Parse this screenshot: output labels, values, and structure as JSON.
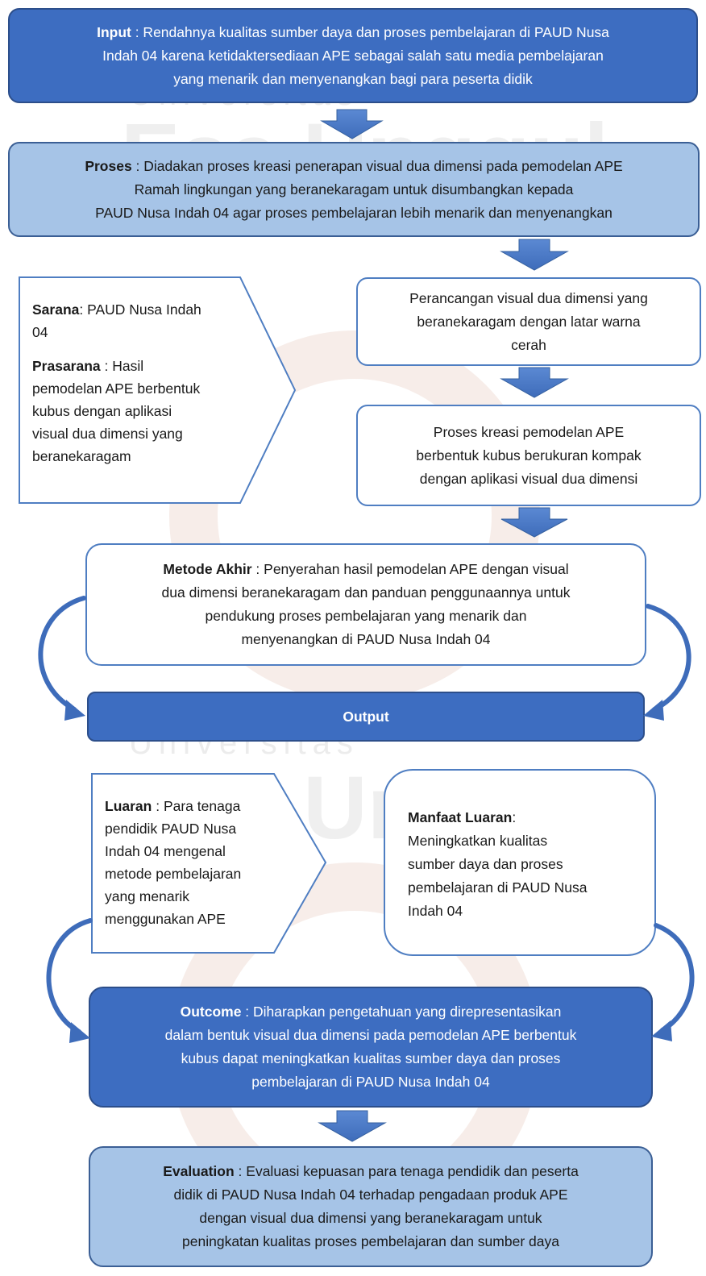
{
  "watermark": {
    "line1": "Universitas",
    "line2": "Esa Unggul"
  },
  "input": {
    "label": "Input",
    "line1": " : Rendahnya kualitas sumber daya dan proses pembelajaran di PAUD Nusa",
    "line2": "Indah 04 karena ketidaktersediaan APE sebagai salah satu media pembelajaran",
    "line3": "yang menarik dan menyenangkan bagi para peserta didik"
  },
  "proses": {
    "label": "Proses",
    "line1": " : Diadakan proses kreasi penerapan visual dua dimensi pada pemodelan APE",
    "line2": "Ramah lingkungan yang beranekaragam untuk disumbangkan kepada",
    "line3": "PAUD Nusa Indah 04 agar proses pembelajaran lebih menarik dan menyenangkan"
  },
  "sarana": {
    "label": "Sarana",
    "line1": ": PAUD Nusa Indah",
    "line2": "04"
  },
  "prasarana": {
    "label": "Prasarana",
    "line1": ": Hasil",
    "line2": "pemodelan APE berbentuk",
    "line3": "kubus dengan aplikasi",
    "line4": "visual dua dimensi yang",
    "line5": "beranekaragam"
  },
  "perancangan": {
    "line1": "Perancangan visual dua dimensi yang",
    "line2": "beranekaragam dengan latar warna",
    "line3": "cerah"
  },
  "kreasi": {
    "line1": "Proses kreasi pemodelan APE",
    "line2": "berbentuk kubus berukuran kompak",
    "line3": "dengan aplikasi visual dua dimensi"
  },
  "metode": {
    "label": "Metode Akhir",
    "line1": " : Penyerahan hasil pemodelan APE dengan visual",
    "line2": "dua dimensi beranekaragam dan panduan penggunaannya untuk",
    "line3": "pendukung proses pembelajaran yang menarik dan",
    "line4": "menyenangkan di PAUD Nusa Indah 04"
  },
  "output": {
    "label": "Output"
  },
  "luaran": {
    "label": "Luaran",
    "line1": " : Para tenaga",
    "line2": "pendidik PAUD Nusa",
    "line3": "Indah 04 mengenal",
    "line4": "metode pembelajaran",
    "line5": "yang menarik",
    "line6": "menggunakan APE"
  },
  "manfaat": {
    "label": "Manfaat Luaran",
    "colon": ":",
    "line1": "Meningkatkan kualitas",
    "line2": "sumber daya dan proses",
    "line3": "pembelajaran di PAUD Nusa",
    "line4": "Indah 04"
  },
  "outcome": {
    "label": "Outcome",
    "line1": " : Diharapkan pengetahuan yang direpresentasikan",
    "line2": "dalam bentuk visual dua dimensi pada pemodelan APE berbentuk",
    "line3": "kubus dapat meningkatkan kualitas sumber daya dan proses",
    "line4": "pembelajaran di PAUD Nusa Indah 04"
  },
  "evaluation": {
    "label": "Evaluation",
    "line1": " : Evaluasi kepuasan para tenaga pendidik dan peserta",
    "line2": "didik di PAUD Nusa Indah 04 terhadap pengadaan produk APE",
    "line3": "dengan visual dua dimensi yang beranekaragam untuk",
    "line4": "peningkatan kualitas proses pembelajaran dan sumber daya"
  },
  "colors": {
    "dark_box": "#3d6dc1",
    "light_box": "#a6c4e7",
    "border": "#4f7ec2",
    "arrow": "#4a78c8"
  }
}
